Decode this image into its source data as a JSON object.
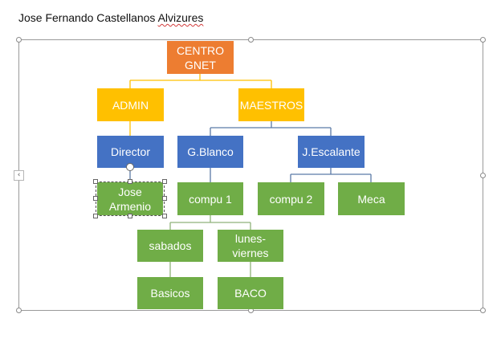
{
  "document": {
    "title_plain": "Jose Fernando Castellanos ",
    "title_flagged": "Alvizures"
  },
  "diagram": {
    "colors": {
      "orange": "#ED7D31",
      "gold": "#FFC000",
      "blue": "#4472C4",
      "green": "#70AD47",
      "connector_gold": "#FFC000",
      "connector_blue": "#5B7AA6",
      "connector_green": "#8FB27A"
    },
    "nodes": {
      "centro_gnet": "CENTRO\nGNET",
      "admin": "ADMIN",
      "maestros": "MAESTROS",
      "director": "Director",
      "g_blanco": "G.Blanco",
      "j_escalante": "J.Escalante",
      "jose_armenio": "Jose\nArmenio",
      "compu_1": "compu 1",
      "compu_2": "compu 2",
      "meca": "Meca",
      "sabados": "sabados",
      "lunes_viernes": "lunes-\nviernes",
      "basicos": "Basicos",
      "baco": "BACO"
    },
    "selected_node": "jose_armenio"
  }
}
